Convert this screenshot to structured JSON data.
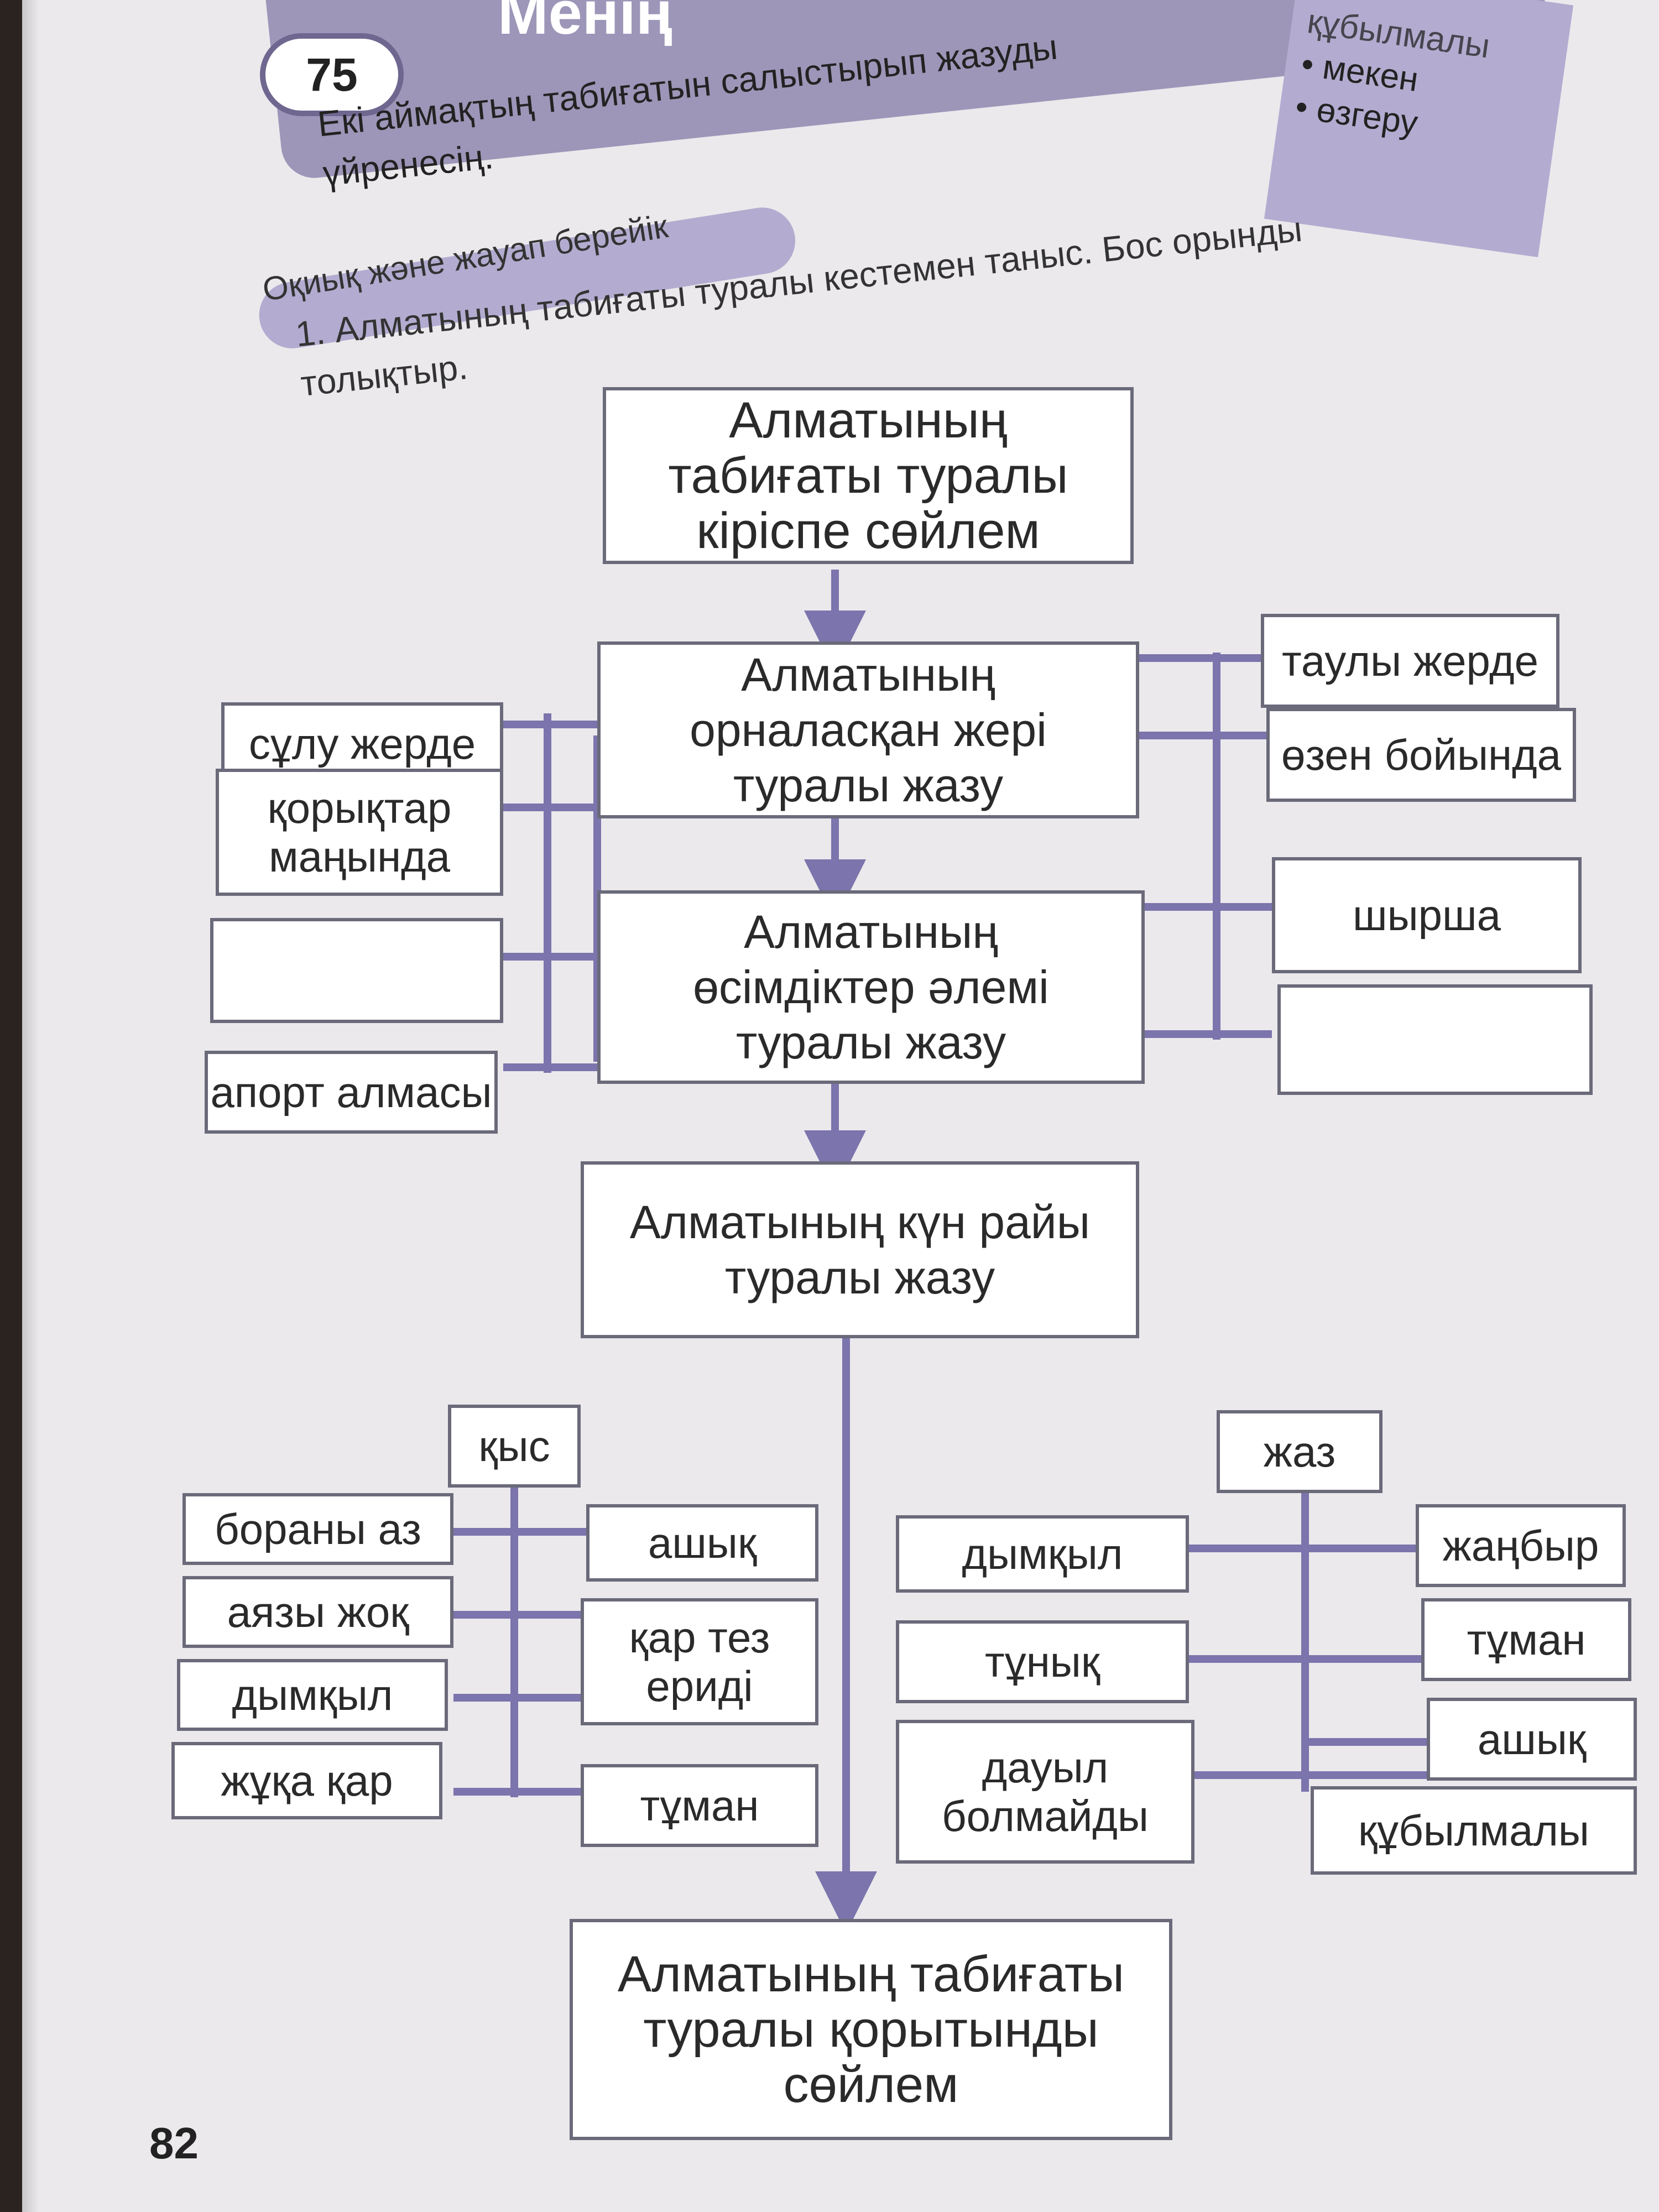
{
  "page": {
    "lesson_number": "75",
    "lesson_title": "Менің",
    "goal_line1": "Екі аймақтың табиғатын салыстырып жазуды",
    "goal_line2": "үйренесің.",
    "vocab": [
      "құбылмалы",
      "мекен",
      "өзгеру"
    ],
    "section_tag": "Оқиық және жауап берейік",
    "instruction_line1": "1. Алматының табиғаты туралы кестемен таныс. Бос орынды",
    "instruction_line2": "толықтыр.",
    "page_number": "82"
  },
  "diagram": {
    "intro": "Алматының табиғаты туралы кіріспе сөйлем",
    "location": "Алматының орналасқан жері туралы жазу",
    "plants": "Алматының өсімдіктер әлемі туралы жазу",
    "weather": "Алматының күн райы туралы жазу",
    "conclusion": "Алматының табиғаты туралы қорытынды сөйлем",
    "location_left": [
      "сұлу жерде",
      "қорықтар маңында"
    ],
    "location_right": [
      "таулы жерде",
      "өзен бойында"
    ],
    "plants_left": [
      "",
      "апорт алмасы"
    ],
    "plants_right": [
      "шырша",
      ""
    ],
    "winter_label": "қыс",
    "winter_left": [
      "бораны аз",
      "аязы жоқ",
      "дымқыл",
      "жұқа қар"
    ],
    "winter_right": [
      "ашық",
      "қар тез ериді",
      "тұман"
    ],
    "summer_label": "жаз",
    "summer_left": [
      "дымқыл",
      "тұнық",
      "дауыл болмайды"
    ],
    "summer_right": [
      "жаңбыр",
      "тұман",
      "ашық",
      "құбылмалы"
    ]
  },
  "colors": {
    "accent": "#7a6fa8",
    "banner": "#9d96b8",
    "line": "#7c74ac"
  }
}
